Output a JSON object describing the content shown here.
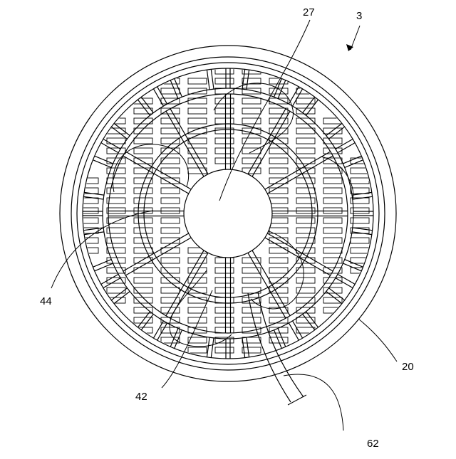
{
  "figure": {
    "labels": {
      "fig": "3",
      "hub": "27",
      "outer_ring": "20",
      "spoke_rib": "44",
      "slot_region": "42",
      "cable": "62"
    }
  }
}
